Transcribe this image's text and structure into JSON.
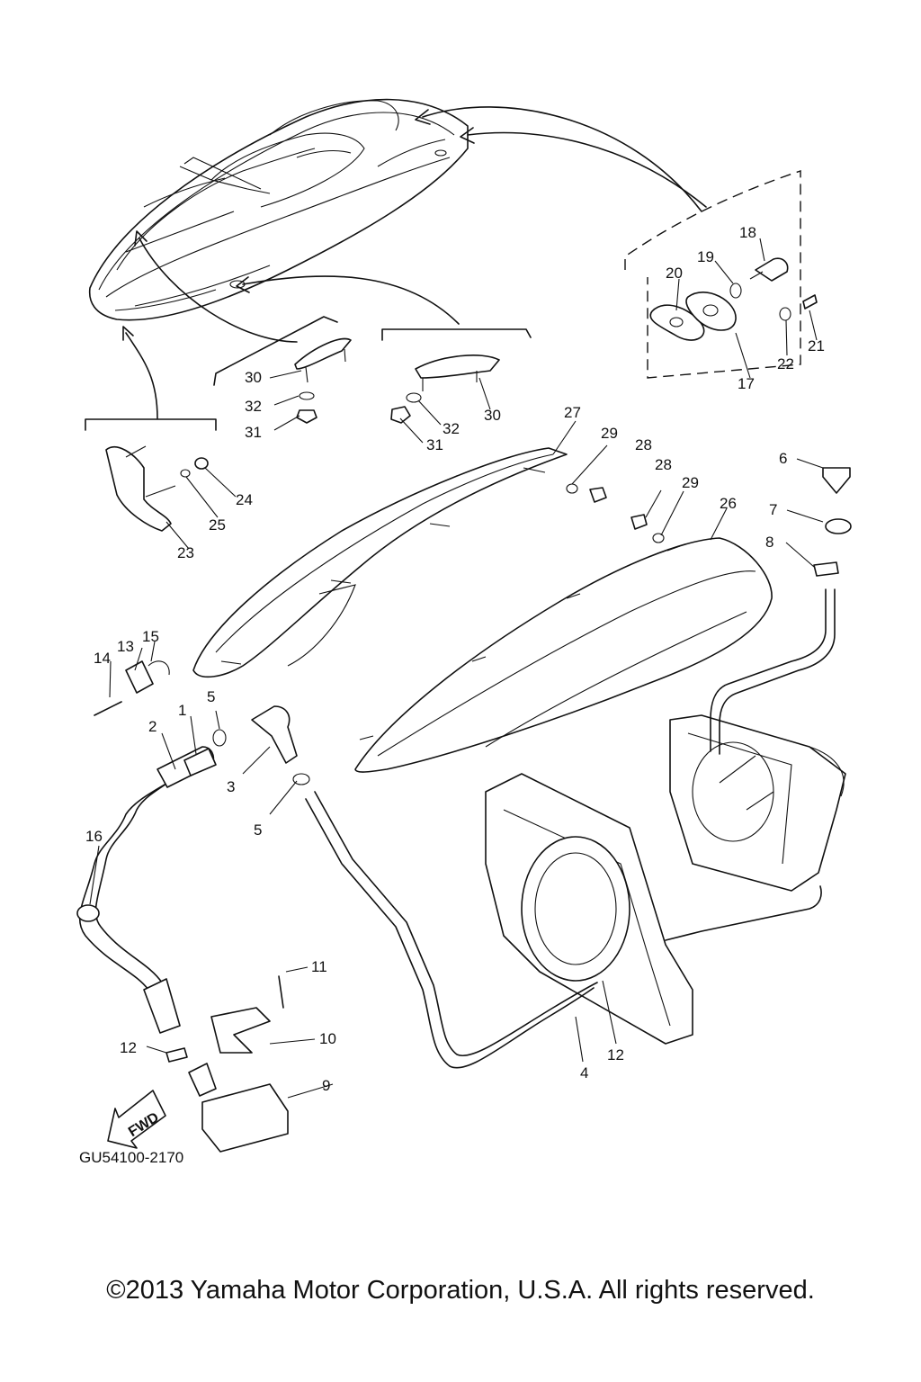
{
  "diagram_code": "GU54100-2170",
  "direction_label": "FWD",
  "copyright": "©2013 Yamaha Motor Corporation, U.S.A. All rights reserved.",
  "callouts": {
    "c1": "1",
    "c2": "2",
    "c3": "3",
    "c4": "4",
    "c5a": "5",
    "c5b": "5",
    "c6": "6",
    "c7": "7",
    "c8": "8",
    "c9": "9",
    "c10": "10",
    "c11": "11",
    "c12a": "12",
    "c12b": "12",
    "c13": "13",
    "c14": "14",
    "c15": "15",
    "c16": "16",
    "c17": "17",
    "c18": "18",
    "c19": "19",
    "c20": "20",
    "c21": "21",
    "c22": "22",
    "c23": "23",
    "c24": "24",
    "c25": "25",
    "c26": "26",
    "c27": "27",
    "c28a": "28",
    "c28b": "28",
    "c29a": "29",
    "c29b": "29",
    "c30a": "30",
    "c30b": "30",
    "c31a": "31",
    "c31b": "31",
    "c32a": "32",
    "c32b": "32"
  }
}
